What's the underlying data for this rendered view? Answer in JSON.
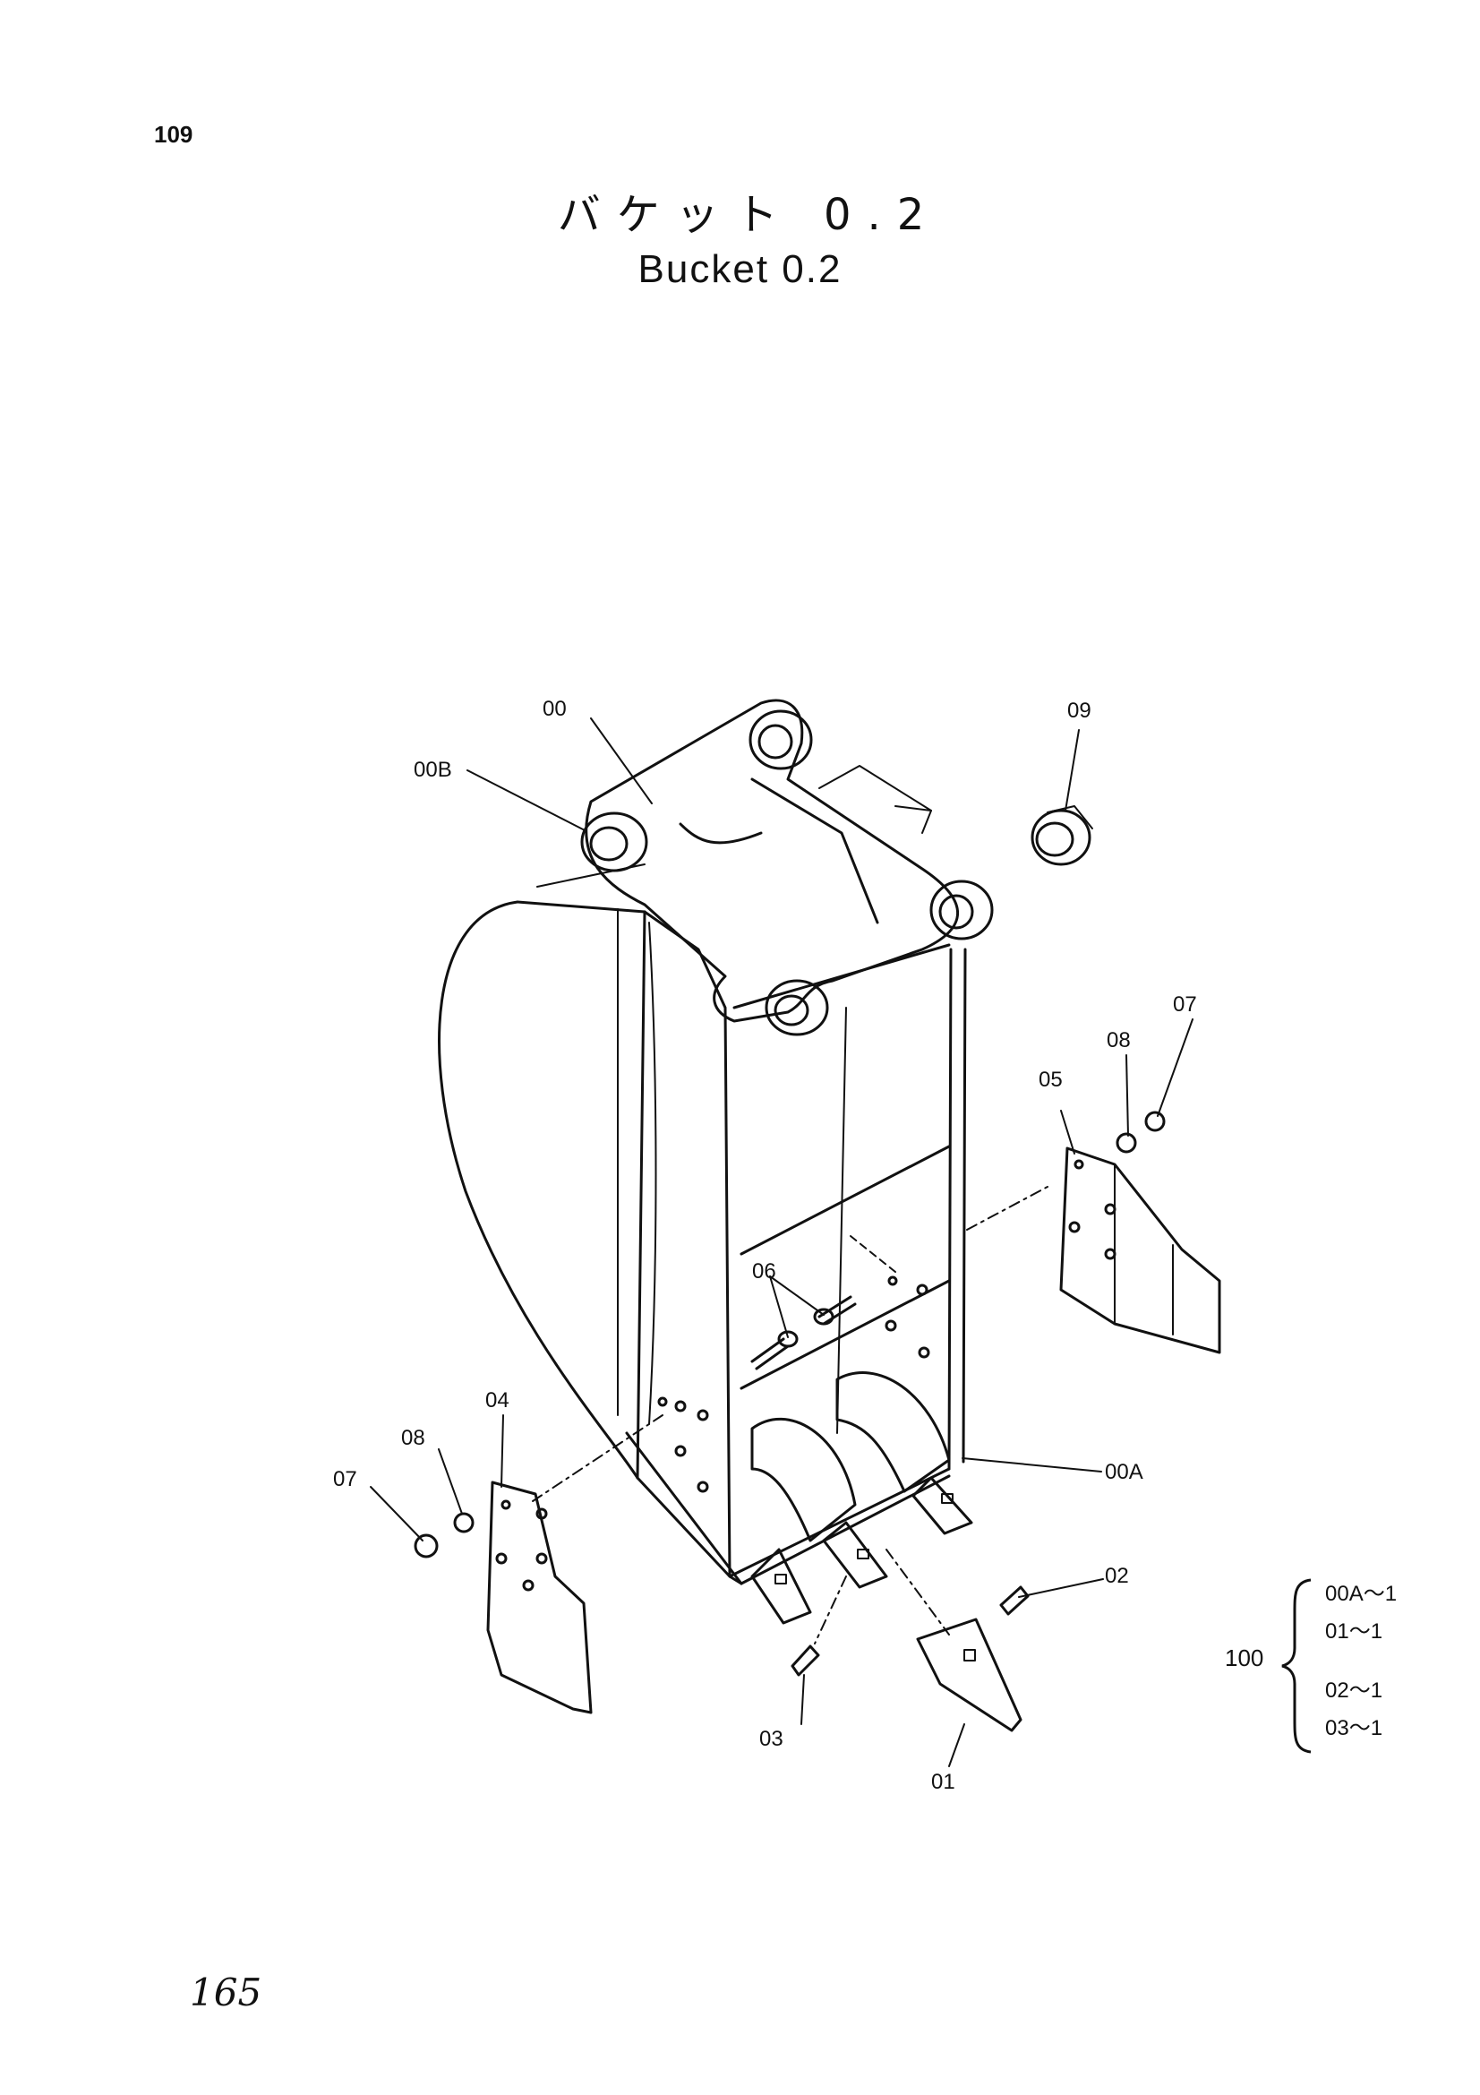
{
  "page_number": "109",
  "title": {
    "japanese": "バケット 0.2",
    "english": "Bucket 0.2"
  },
  "callouts": [
    {
      "id": "00",
      "label": "00"
    },
    {
      "id": "00B",
      "label": "00B"
    },
    {
      "id": "09",
      "label": "09"
    },
    {
      "id": "07-right",
      "label": "07"
    },
    {
      "id": "08-right",
      "label": "08"
    },
    {
      "id": "05",
      "label": "05"
    },
    {
      "id": "06",
      "label": "06"
    },
    {
      "id": "04",
      "label": "04"
    },
    {
      "id": "08-left",
      "label": "08"
    },
    {
      "id": "07-left",
      "label": "07"
    },
    {
      "id": "00A",
      "label": "00A"
    },
    {
      "id": "02",
      "label": "02"
    },
    {
      "id": "03",
      "label": "03"
    },
    {
      "id": "01",
      "label": "01"
    }
  ],
  "assembly_group": {
    "label": "100",
    "items": [
      "00A～1",
      "01～1",
      "02～1",
      "03～1"
    ]
  },
  "handwritten_note": "165"
}
